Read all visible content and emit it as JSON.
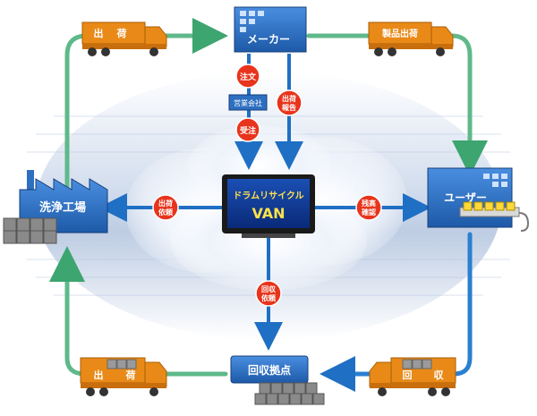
{
  "nodes": {
    "maker": "メーカー",
    "sales_company": "営業会社",
    "user": "ユーザー",
    "washing_plant": "洗浄工場",
    "collection_point": "回収拠点",
    "center_line1": "ドラムリサイクル",
    "center_line2": "VAN"
  },
  "badges": {
    "order": "注文",
    "receive_order": "受注",
    "shipment_report_1": "出荷",
    "shipment_report_2": "報告",
    "shipment_request_1": "出荷",
    "shipment_request_2": "依頼",
    "remaining_check_1": "残高",
    "remaining_check_2": "確認",
    "collection_request_1": "回収",
    "collection_request_2": "依頼"
  },
  "trucks": {
    "top_left": [
      "出",
      "荷"
    ],
    "top_right": "製品出荷",
    "bottom_left": [
      "出",
      "荷"
    ],
    "bottom_right": [
      "回",
      "収"
    ]
  },
  "colors": {
    "loop_top_left": "#5fb98a",
    "loop_blue": "#2a7fd0",
    "truck_orange": "#e98a18",
    "badge_red": "#e8341c",
    "building_blue": "#2d6fc0",
    "arrow_blue": "#1f6fc4",
    "drum_gray": "#8a8a8a"
  }
}
